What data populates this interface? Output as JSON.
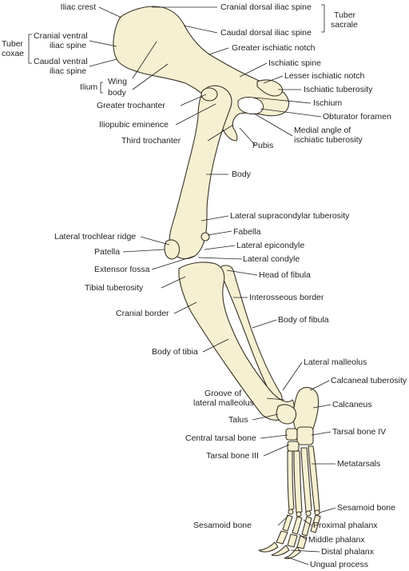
{
  "labels": {
    "iliac_crest": "Iliac crest",
    "cranial_dorsal_iliac_spine": "Cranial dorsal iliac spine",
    "caudal_dorsal_iliac_spine": "Caudal dorsal iliac spine",
    "tuber_sacrale_1": "Tuber",
    "tuber_sacrale_2": "sacrale",
    "tuber_coxae_1": "Tuber",
    "tuber_coxae_2": "coxae",
    "cranial_ventral_iliac_spine_1": "Cranial ventral",
    "cranial_ventral_iliac_spine_2": "iliac spine",
    "caudal_ventral_iliac_spine_1": "Caudal ventral",
    "caudal_ventral_iliac_spine_2": "iliac spine",
    "greater_ischiatic_notch": "Greater ischiatic notch",
    "ischiatic_spine": "Ischiatic spine",
    "lesser_ischiatic_notch": "Lesser ischiatic notch",
    "ilium": "Ilium",
    "wing": "Wing",
    "body_ilium": "body",
    "ischiatic_tuberosity": "Ischiatic tuberosity",
    "greater_trochanter": "Greater trochanter",
    "ischium": "Ischium",
    "obturator_foramen": "Obturator foramen",
    "iliopubic_eminence": "Iliopubic eminence",
    "medial_angle_1": "Medial angle of",
    "medial_angle_2": "ischiatic tuberosity",
    "third_trochanter": "Third trochanter",
    "pubis": "Pubis",
    "body": "Body",
    "lateral_supracondylar_tuberosity": "Lateral supracondylar tuberosity",
    "fabella": "Fabella",
    "lateral_trochlear_ridge": "Lateral trochlear ridge",
    "lateral_epicondyle": "Lateral epicondyle",
    "patella": "Patella",
    "lateral_condyle": "Lateral condyle",
    "extensor_fossa": "Extensor fossa",
    "head_of_fibula": "Head of fibula",
    "tibial_tuberosity": "Tibial tuberosity",
    "interosseous_border": "Interosseous border",
    "cranial_border": "Cranial border",
    "body_of_fibula": "Body of fibula",
    "body_of_tibia": "Body of tibia",
    "lateral_malleolus": "Lateral malleolus",
    "calcaneal_tuberosity": "Calcaneal tuberosity",
    "groove_1": "Groove of",
    "groove_2": "lateral malleolus",
    "calcaneus": "Calcaneus",
    "talus": "Talus",
    "central_tarsal_bone": "Central tarsal bone",
    "tarsal_bone_iv": "Tarsal bone IV",
    "tarsal_bone_iii": "Tarsal bone III",
    "metatarsals": "Metatarsals",
    "sesamoid_bone_right": "Sesamoid bone",
    "sesamoid_bone_left": "Sesamoid bone",
    "proximal_phalanx": "Proximal phalanx",
    "middle_phalanx": "Middle phalanx",
    "distal_phalanx": "Distal phalanx",
    "ungual_process": "Ungual process"
  }
}
